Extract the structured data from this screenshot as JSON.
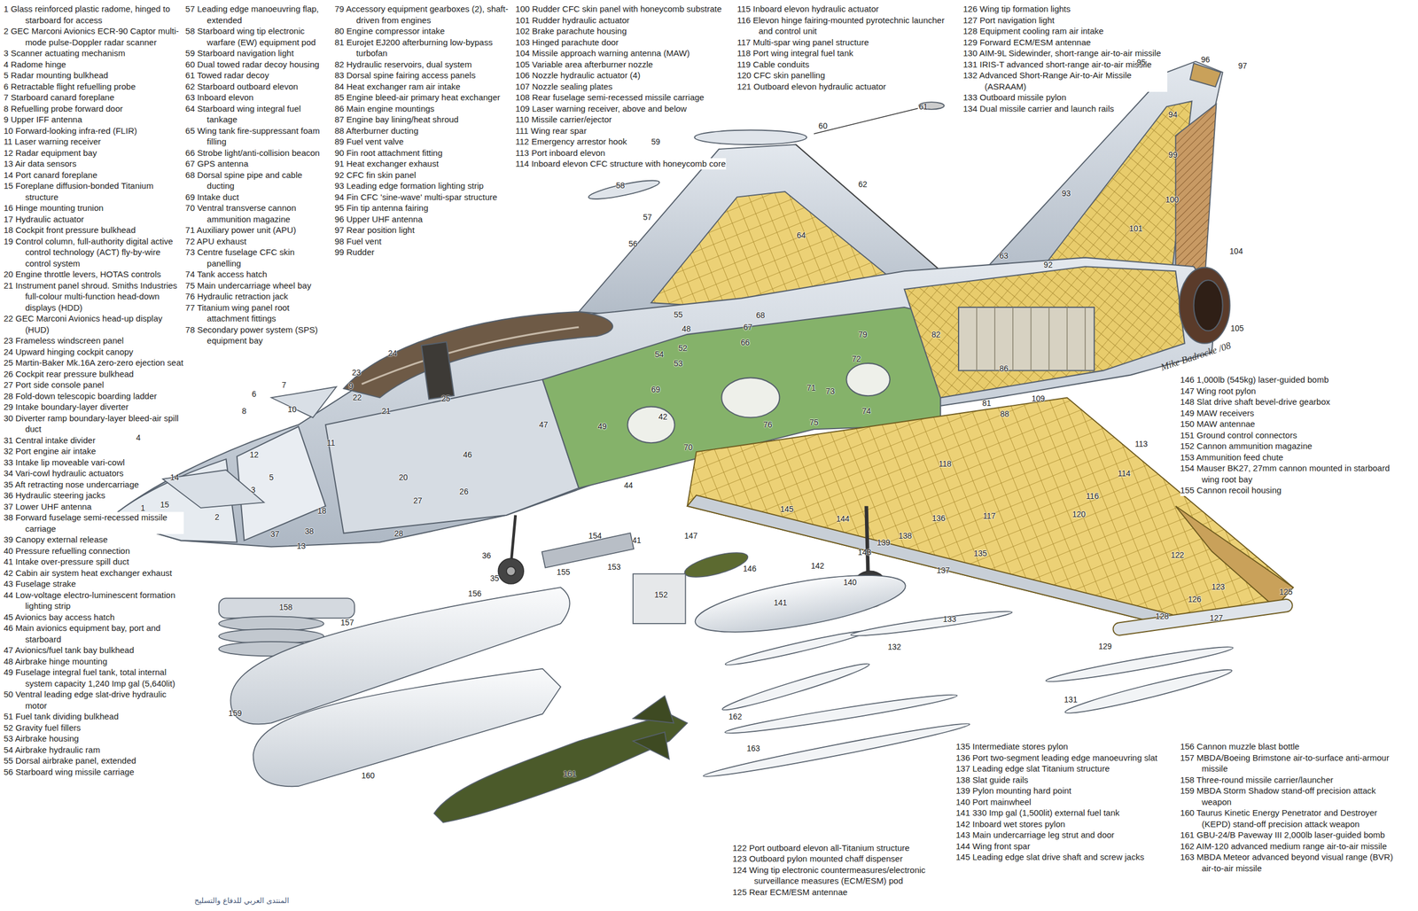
{
  "diagram": {
    "labels": [
      "1 Glass reinforced plastic radome, hinged to starboard for access",
      "2 GEC Marconi Avionics ECR-90 Captor multi-mode pulse-Doppler radar scanner",
      "3 Scanner actuating mechanism",
      "4 Radome hinge",
      "5 Radar mounting bulkhead",
      "6 Retractable flight refuelling probe",
      "7 Starboard canard foreplane",
      "8 Refuelling probe forward door",
      "9 Upper IFF antenna",
      "10 Forward-looking infra-red (FLIR)",
      "11 Laser warning receiver",
      "12 Radar equipment bay",
      "13 Air data sensors",
      "14 Port canard foreplane",
      "15 Foreplane diffusion-bonded Titanium structure",
      "16 Hinge mounting trunion",
      "17 Hydraulic actuator",
      "18 Cockpit front pressure bulkhead",
      "19 Control column, full-authority digital active control technology (ACT) fly-by-wire control system",
      "20 Engine throttle levers, HOTAS controls",
      "21 Instrument panel shroud. Smiths Industries full-colour multi-function head-down displays (HDD)",
      "22 GEC Marconi Avionics head-up display (HUD)",
      "23 Frameless windscreen panel",
      "24 Upward hinging cockpit canopy",
      "25 Martin-Baker Mk.16A zero-zero ejection seat",
      "26 Cockpit rear pressure bulkhead",
      "27 Port side console panel",
      "28 Fold-down telescopic boarding ladder",
      "29 Intake boundary-layer diverter",
      "30 Diverter ramp boundary-layer bleed-air spill duct",
      "31 Central intake divider",
      "32 Port engine air intake",
      "33 Intake lip moveable vari-cowl",
      "34 Vari-cowl hydraulic actuators",
      "35 Aft retracting nose undercarriage",
      "36 Hydraulic steering jacks",
      "37 Lower UHF antenna",
      "38 Forward fuselage semi-recessed missile carriage",
      "39 Canopy external release",
      "40 Pressure refuelling connection",
      "41 Intake over-pressure spill duct",
      "42 Cabin air system heat exchanger exhaust",
      "43 Fuselage strake",
      "44 Low-voltage electro-luminescent formation lighting strip",
      "45 Avionics bay access hatch",
      "46 Main avionics equipment bay, port and starboard",
      "47 Avionics/fuel tank bay bulkhead",
      "48 Airbrake hinge mounting",
      "49 Fuselage integral fuel tank, total internal system capacity 1,240 Imp gal (5,640lit)",
      "50 Ventral leading edge slat-drive hydraulic motor",
      "51 Fuel tank dividing bulkhead",
      "52 Gravity fuel fillers",
      "53 Airbrake housing",
      "54 Airbrake hydraulic ram",
      "55 Dorsal airbrake panel, extended",
      "56 Starboard wing missile carriage",
      "57 Leading edge manoeuvring flap, extended",
      "58 Starboard wing tip electronic warfare (EW) equipment pod",
      "59 Starboard navigation light",
      "60 Dual towed radar decoy housing",
      "61 Towed radar decoy",
      "62 Starboard outboard elevon",
      "63 Inboard elevon",
      "64 Starboard wing integral fuel tankage",
      "65 Wing tank fire-suppressant foam filling",
      "66 Strobe light/anti-collision beacon",
      "67 GPS antenna",
      "68 Dorsal spine pipe and cable ducting",
      "69 Intake duct",
      "70 Ventral transverse cannon ammunition magazine",
      "71 Auxiliary power unit (APU)",
      "72 APU exhaust",
      "73 Centre fuselage CFC skin panelling",
      "74 Tank access hatch",
      "75 Main undercarriage wheel bay",
      "76 Hydraulic retraction jack",
      "77 Titanium wing panel root attachment fittings",
      "78 Secondary power system (SPS) equipment bay",
      "79 Accessory equipment gearboxes (2), shaft-driven from engines",
      "80 Engine compressor intake",
      "81 Eurojet EJ200 afterburning low-bypass turbofan",
      "82 Hydraulic reservoirs, dual system",
      "83 Dorsal spine fairing access panels",
      "84 Heat exchanger ram air intake",
      "85 Engine bleed-air primary heat exchanger",
      "86 Main engine mountings",
      "87 Engine bay lining/heat shroud",
      "88 Afterburner ducting",
      "89 Fuel vent valve",
      "90 Fin root attachment fitting",
      "91 Heat exchanger exhaust",
      "92 CFC fin skin panel",
      "93 Leading edge formation lighting strip",
      "94 Fin CFC 'sine-wave' multi-spar structure",
      "95 Fin tip antenna fairing",
      "96 Upper UHF antenna",
      "97 Rear position light",
      "98 Fuel vent",
      "99 Rudder",
      "100 Rudder CFC skin panel with honeycomb substrate",
      "101 Rudder hydraulic actuator",
      "102 Brake parachute housing",
      "103 Hinged parachute door",
      "104 Missile approach warning antenna (MAW)",
      "105 Variable area afterburner nozzle",
      "106 Nozzle hydraulic actuator (4)",
      "107 Nozzle sealing plates",
      "108 Rear fuselage semi-recessed missile carriage",
      "109 Laser warning receiver, above and below",
      "110 Missile carrier/ejector",
      "111 Wing rear spar",
      "112 Emergency arrestor hook",
      "113 Port inboard elevon",
      "114 Inboard elevon CFC structure with honeycomb core",
      "115 Inboard elevon hydraulic actuator",
      "116 Elevon hinge fairing-mounted pyrotechnic launcher and control unit",
      "117 Multi-spar wing panel structure",
      "118 Port wing integral fuel tank",
      "119 Cable conduits",
      "120 CFC skin panelling",
      "121 Outboard elevon hydraulic actuator",
      "122 Port outboard elevon all-Titanium structure",
      "123 Outboard pylon mounted chaff dispenser",
      "124 Wing tip electronic countermeasures/electronic surveillance measures (ECM/ESM) pod",
      "125 Rear ECM/ESM antennae",
      "126 Wing tip formation lights",
      "127 Port navigation light",
      "128 Equipment cooling ram air intake",
      "129 Forward ECM/ESM antennae",
      "130 AIM-9L Sidewinder, short-range air-to-air missile",
      "131 IRIS-T advanced short-range air-to-air missile",
      "132 Advanced Short-Range Air-to-Air Missile (ASRAAM)",
      "133 Outboard missile pylon",
      "134 Dual missile carrier and launch rails",
      "135 Intermediate stores pylon",
      "136 Port two-segment leading edge manoeuvring slat",
      "137 Leading edge slat Titanium structure",
      "138 Slat guide rails",
      "139 Pylon mounting hard point",
      "140 Port mainwheel",
      "141 330 Imp gal (1,500lit) external fuel tank",
      "142 Inboard wet stores pylon",
      "143 Main undercarriage leg strut and door",
      "144 Wing front spar",
      "145 Leading edge slat drive shaft and screw jacks",
      "146 1,000lb (545kg) laser-guided bomb",
      "147 Wing root pylon",
      "148 Slat drive shaft bevel-drive gearbox",
      "149 MAW receivers",
      "150 MAW antennae",
      "151 Ground control connectors",
      "152 Cannon ammunition magazine",
      "153 Ammunition feed chute",
      "154 Mauser BK27, 27mm cannon mounted in starboard wing root bay",
      "155 Cannon recoil housing",
      "156 Cannon muzzle blast bottle",
      "157 MBDA/Boeing Brimstone air-to-surface anti-armour missile",
      "158 Three-round missile carrier/launcher",
      "159 MBDA Storm Shadow stand-off precision attack weapon",
      "160 Taurus Kinetic Energy Penetrator and Destroyer (KEPD) stand-off precision attack weapon",
      "161 GBU-24/B Paveway III 2,000lb laser-guided bomb",
      "162 AIM-120 advanced medium range air-to-air missile",
      "163 MBDA Meteor advanced beyond visual range (BVR) air-to-air missile",
      "1",
      "2",
      "3",
      "4",
      "5",
      "6",
      "7",
      "8",
      "9",
      "10",
      "11",
      "12",
      "13",
      "14",
      "15",
      "18",
      "20",
      "21",
      "22",
      "23",
      "24",
      "25",
      "26",
      "27",
      "28",
      "35",
      "36",
      "37",
      "38",
      "41",
      "42",
      "44",
      "46",
      "47",
      "48",
      "49",
      "52",
      "53",
      "54",
      "55",
      "56",
      "57",
      "58",
      "59",
      "60",
      "61",
      "62",
      "63",
      "64",
      "66",
      "67",
      "68",
      "69",
      "70",
      "71",
      "72",
      "73",
      "74",
      "75",
      "76",
      "79",
      "81",
      "82",
      "86",
      "88",
      "92",
      "93",
      "94",
      "95",
      "96",
      "97",
      "99",
      "100",
      "101",
      "104",
      "105",
      "109",
      "113",
      "114",
      "116",
      "117",
      "118",
      "120",
      "122",
      "123",
      "125",
      "126",
      "127",
      "128",
      "129",
      "131",
      "132",
      "133",
      "135",
      "136",
      "137",
      "138",
      "139",
      "140",
      "141",
      "142",
      "143",
      "144",
      "145",
      "146",
      "147",
      "152",
      "153",
      "154",
      "155",
      "156",
      "157",
      "158",
      "159",
      "160",
      "161",
      "162",
      "163",
      "Mike Badrocke /08",
      "المنتدى العربي للدفاع والتسليح"
    ]
  }
}
